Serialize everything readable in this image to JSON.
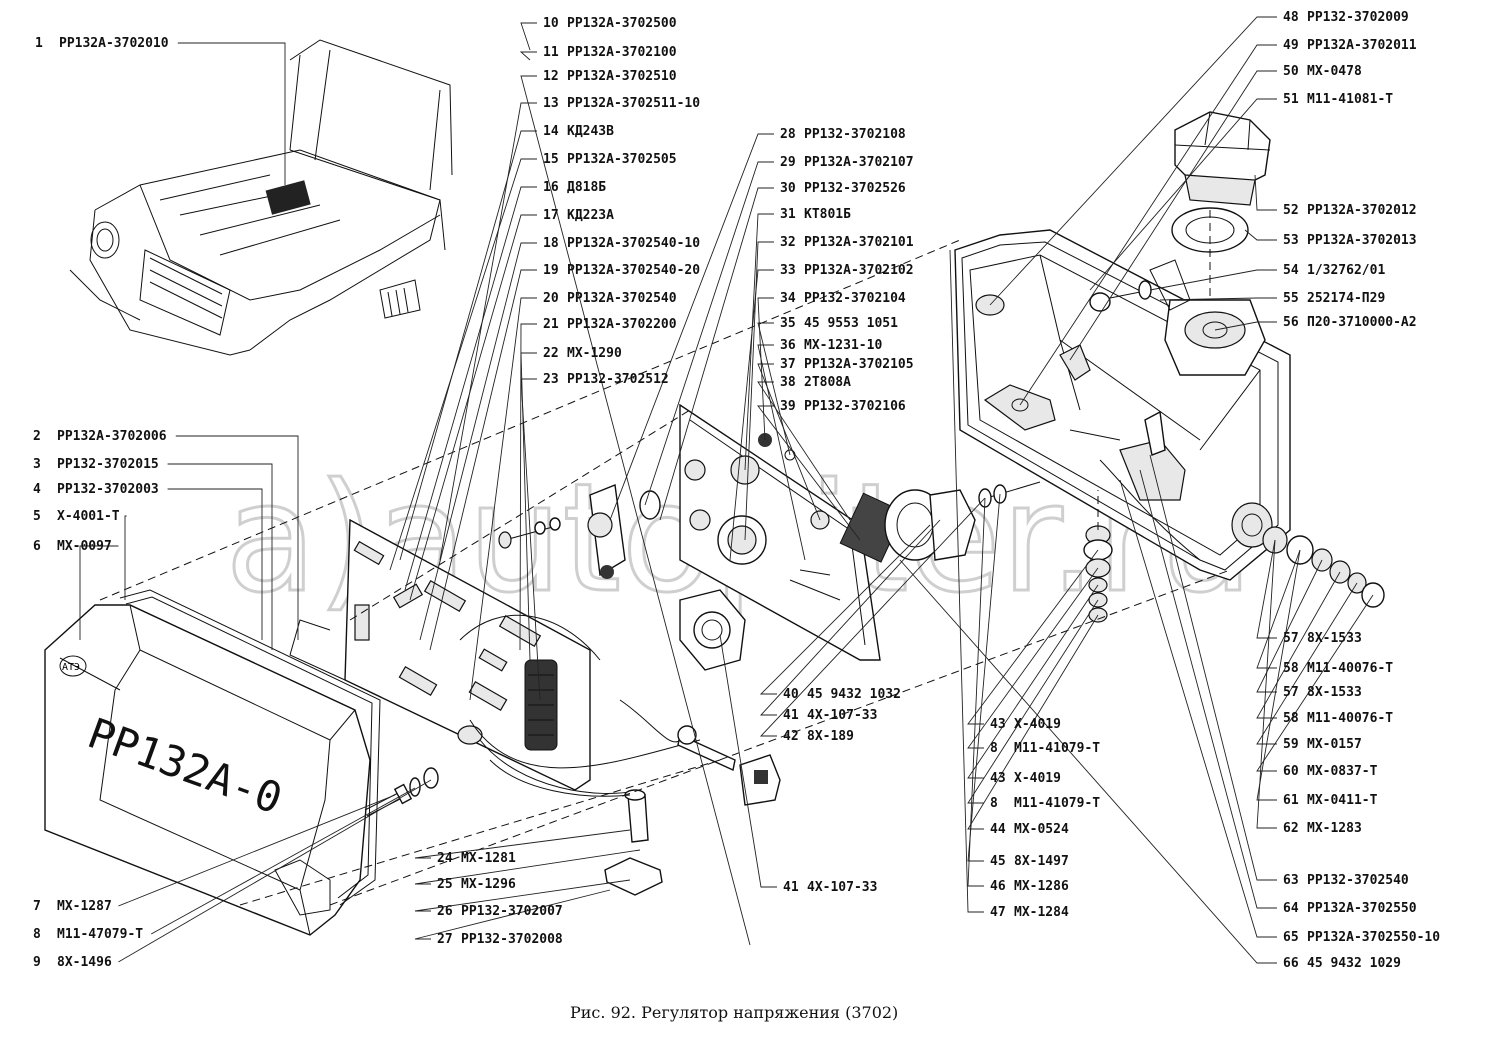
{
  "caption": "Рис. 92. Регулятор напряжения (3702)",
  "housing_marking": "РР132А-0",
  "logo_text": "АТЭ",
  "watermark": "a)autopiter.ru",
  "labels": [
    {
      "num": "1",
      "code": "РР132А-3702010"
    },
    {
      "num": "2",
      "code": "РР132А-3702006"
    },
    {
      "num": "3",
      "code": "РР132-3702015"
    },
    {
      "num": "4",
      "code": "РР132-3702003"
    },
    {
      "num": "5",
      "code": "Х-4001-Т"
    },
    {
      "num": "6",
      "code": "МХ-0097"
    },
    {
      "num": "7",
      "code": "МХ-1287"
    },
    {
      "num": "8",
      "code": "М11-47079-Т"
    },
    {
      "num": "9",
      "code": "8Х-1496"
    },
    {
      "num": "10",
      "code": "РР132А-3702500"
    },
    {
      "num": "11",
      "code": "РР132А-3702100"
    },
    {
      "num": "12",
      "code": "РР132А-3702510"
    },
    {
      "num": "13",
      "code": "РР132А-3702511-10"
    },
    {
      "num": "14",
      "code": "КД243В"
    },
    {
      "num": "15",
      "code": "РР132А-3702505"
    },
    {
      "num": "16",
      "code": "Д818Б"
    },
    {
      "num": "17",
      "code": "КД223А"
    },
    {
      "num": "18",
      "code": "РР132А-3702540-10"
    },
    {
      "num": "19",
      "code": "РР132А-3702540-20"
    },
    {
      "num": "20",
      "code": "РР132А-3702540"
    },
    {
      "num": "21",
      "code": "РР132А-3702200"
    },
    {
      "num": "22",
      "code": "МХ-1290"
    },
    {
      "num": "23",
      "code": "РР132-3702512"
    },
    {
      "num": "24",
      "code": "МХ-1281"
    },
    {
      "num": "25",
      "code": "МХ-1296"
    },
    {
      "num": "26",
      "code": "РР132-3702007"
    },
    {
      "num": "27",
      "code": "РР132-3702008"
    },
    {
      "num": "28",
      "code": "РР132-3702108"
    },
    {
      "num": "29",
      "code": "РР132А-3702107"
    },
    {
      "num": "30",
      "code": "РР132-3702526"
    },
    {
      "num": "31",
      "code": "КТ801Б"
    },
    {
      "num": "32",
      "code": "РР132А-3702101"
    },
    {
      "num": "33",
      "code": "РР132А-3702102"
    },
    {
      "num": "34",
      "code": "РР132-3702104"
    },
    {
      "num": "35",
      "code": "45 9553 1051"
    },
    {
      "num": "36",
      "code": "МХ-1231-10"
    },
    {
      "num": "37",
      "code": "РР132А-3702105"
    },
    {
      "num": "38",
      "code": "2Т808А"
    },
    {
      "num": "39",
      "code": "РР132-3702106"
    },
    {
      "num": "40",
      "code": "45 9432 1032"
    },
    {
      "num": "41",
      "code": "4Х-107-33"
    },
    {
      "num": "42",
      "code": "8Х-189"
    },
    {
      "num": "41",
      "code": "4Х-107-33"
    },
    {
      "num": "43",
      "code": "Х-4019"
    },
    {
      "num": "8",
      "code": "М11-41079-Т"
    },
    {
      "num": "43",
      "code": "Х-4019"
    },
    {
      "num": "8",
      "code": "М11-41079-Т"
    },
    {
      "num": "44",
      "code": "МХ-0524"
    },
    {
      "num": "45",
      "code": "8Х-1497"
    },
    {
      "num": "46",
      "code": "МХ-1286"
    },
    {
      "num": "47",
      "code": "МХ-1284"
    },
    {
      "num": "48",
      "code": "РР132-3702009"
    },
    {
      "num": "49",
      "code": "РР132А-3702011"
    },
    {
      "num": "50",
      "code": "МХ-0478"
    },
    {
      "num": "51",
      "code": "М11-41081-Т"
    },
    {
      "num": "52",
      "code": "РР132А-3702012"
    },
    {
      "num": "53",
      "code": "РР132А-3702013"
    },
    {
      "num": "54",
      "code": "1/32762/01"
    },
    {
      "num": "55",
      "code": "252174-П29"
    },
    {
      "num": "56",
      "code": "П20-3710000-А2"
    },
    {
      "num": "57",
      "code": "8Х-1533"
    },
    {
      "num": "58",
      "code": "М11-40076-Т"
    },
    {
      "num": "57",
      "code": "8Х-1533"
    },
    {
      "num": "58",
      "code": "М11-40076-Т"
    },
    {
      "num": "59",
      "code": "МХ-0157"
    },
    {
      "num": "60",
      "code": "МХ-0837-Т"
    },
    {
      "num": "61",
      "code": "МХ-0411-Т"
    },
    {
      "num": "62",
      "code": "МХ-1283"
    },
    {
      "num": "63",
      "code": "РР132-3702540"
    },
    {
      "num": "64",
      "code": "РР132А-3702550"
    },
    {
      "num": "65",
      "code": "РР132А-3702550-10"
    },
    {
      "num": "66",
      "code": "45 9432 1029"
    }
  ]
}
